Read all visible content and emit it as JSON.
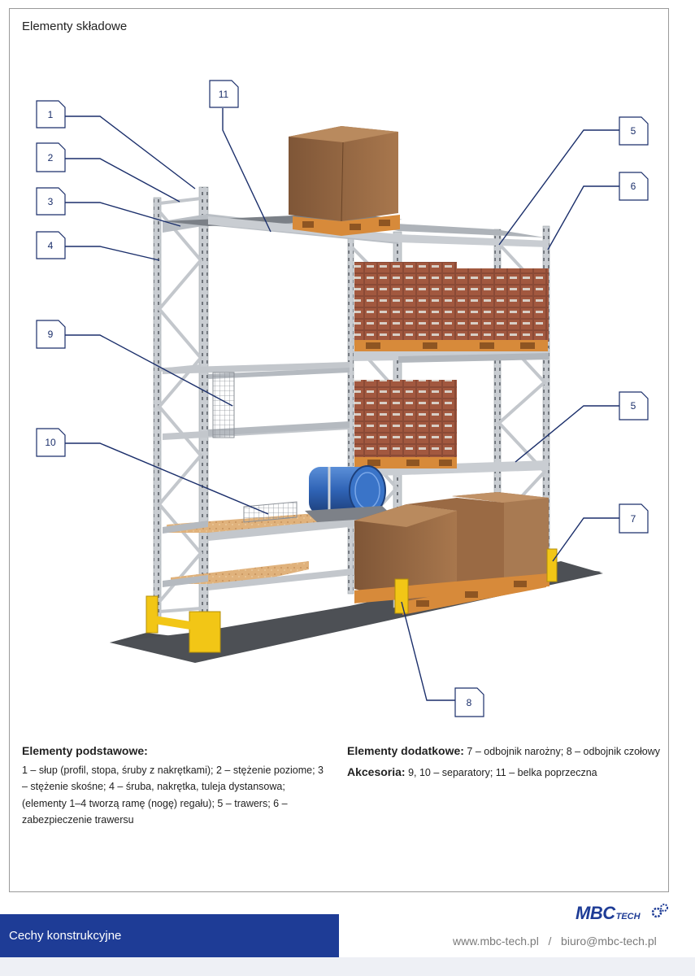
{
  "page": {
    "title": "Elementy składowe"
  },
  "callouts": [
    "1",
    "2",
    "3",
    "4",
    "9",
    "10",
    "11",
    "5",
    "6",
    "5",
    "7",
    "8"
  ],
  "legend": {
    "basic_heading": "Elementy podstawowe:",
    "basic_text": "1 – słup (profil, stopa, śruby z nakrętkami); 2 – stężenie poziome; 3 – stężenie skośne; 4 – śruba, nakrętka, tuleja dystansowa; (elementy 1–4 tworzą ramę (nogę) regału); 5 – trawers; 6 – zabezpieczenie trawersu",
    "additional_heading": "Elementy dodatkowe:",
    "additional_text": " 7 – odbojnik narożny; 8 – odbojnik czołowy",
    "accessories_heading": "Akcesoria:",
    "accessories_text": " 9, 10 – separatory; 11 – belka poprzeczna"
  },
  "footer": {
    "section_title": "Cechy konstrukcyjne",
    "website": "www.mbc-tech.pl",
    "separator": "/",
    "email": "biuro@mbc-tech.pl",
    "logo_main": "MBC",
    "logo_sub": "TECH"
  },
  "colors": {
    "brand_blue": "#1e3c96",
    "callout_line": "#1b2f6b",
    "rack_steel": "#c7cbd0",
    "box_brown": "#9a6a44",
    "pallet_orange": "#d78a3a",
    "guard_yellow": "#f2c616",
    "barrel_blue": "#2f63b5",
    "floor_dark": "#4a4d52"
  }
}
